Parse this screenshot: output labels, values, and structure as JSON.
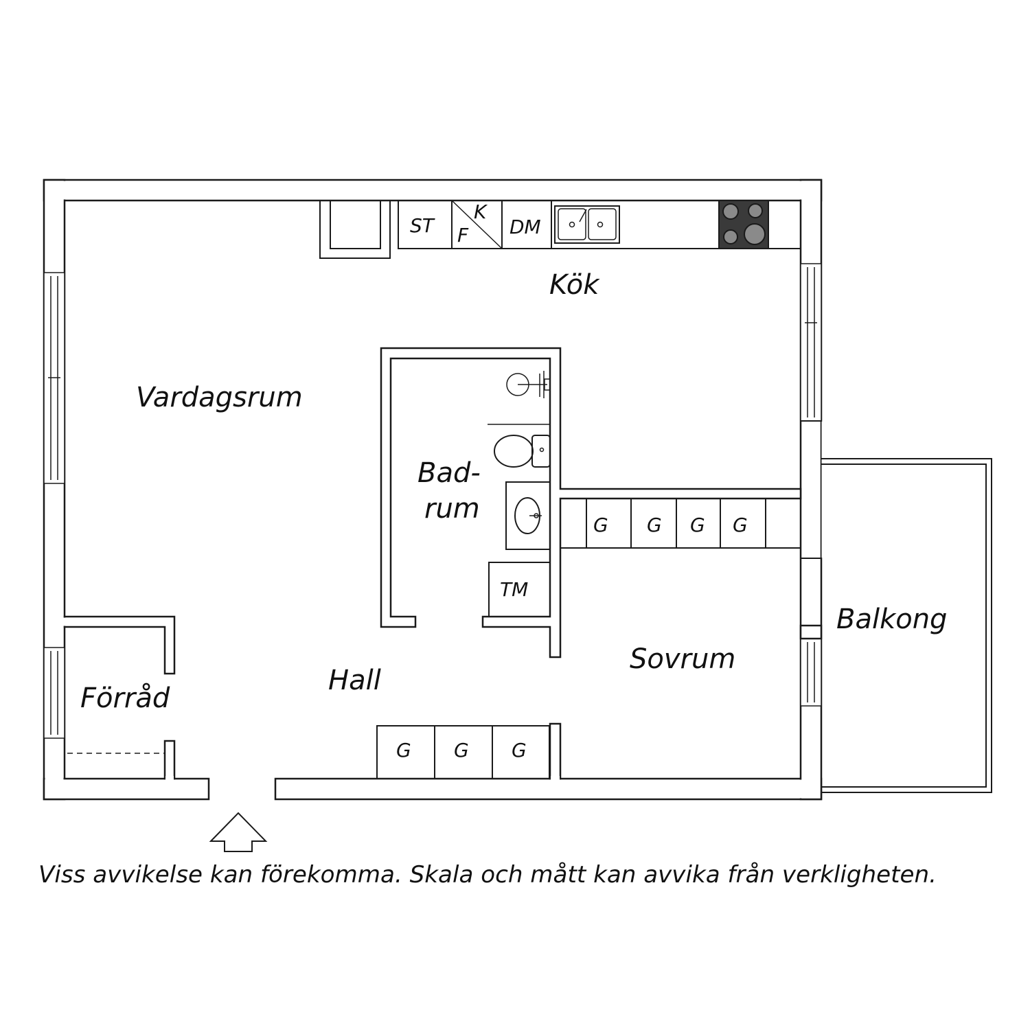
{
  "rooms": {
    "vardagsrum": "Vardagsrum",
    "kok": "Kök",
    "badrum_line1": "Bad-",
    "badrum_line2": "rum",
    "hall": "Hall",
    "forrad": "Förråd",
    "sovrum": "Sovrum",
    "balkong": "Balkong"
  },
  "fixtures": {
    "st": "ST",
    "k": "K",
    "f": "F",
    "dm": "DM",
    "tm": "TM",
    "g": "G"
  },
  "colors": {
    "line": "#1a1a1a",
    "stove": "#3a3a3a"
  },
  "disclaimer": "Viss avvikelse kan förekomma. Skala och mått kan avvika från verkligheten."
}
